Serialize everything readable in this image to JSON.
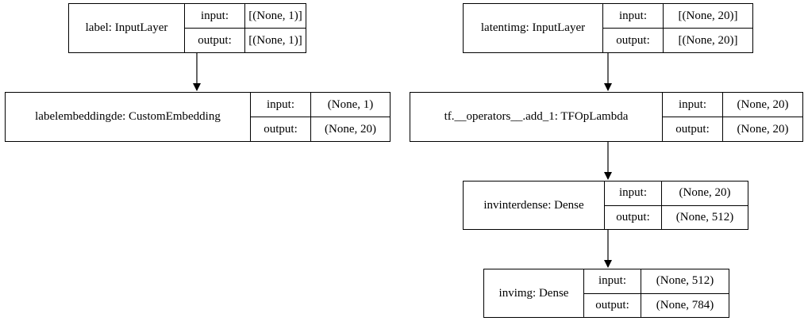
{
  "labels": {
    "input": "input:",
    "output": "output:"
  },
  "nodes": {
    "label": {
      "name": "label: InputLayer",
      "input": "[(None, 1)]",
      "output": "[(None, 1)]"
    },
    "labelembedding": {
      "name": "labelembeddingde: CustomEmbedding",
      "input": "(None, 1)",
      "output": "(None, 20)"
    },
    "latentimg": {
      "name": "latentimg: InputLayer",
      "input": "[(None, 20)]",
      "output": "[(None, 20)]"
    },
    "tfop": {
      "name": "tf.__operators__.add_1: TFOpLambda",
      "input": "(None, 20)",
      "output": "(None, 20)"
    },
    "invinterdense": {
      "name": "invinterdense: Dense",
      "input": "(None, 20)",
      "output": "(None, 512)"
    },
    "invimg": {
      "name": "invimg: Dense",
      "input": "(None, 512)",
      "output": "(None, 784)"
    }
  },
  "edges": [
    {
      "from": "label: InputLayer",
      "to": "labelembeddingde: CustomEmbedding"
    },
    {
      "from": "latentimg: InputLayer",
      "to": "tf.__operators__.add_1: TFOpLambda"
    },
    {
      "from": "tf.__operators__.add_1: TFOpLambda",
      "to": "invinterdense: Dense"
    },
    {
      "from": "invinterdense: Dense",
      "to": "invimg: Dense"
    }
  ]
}
